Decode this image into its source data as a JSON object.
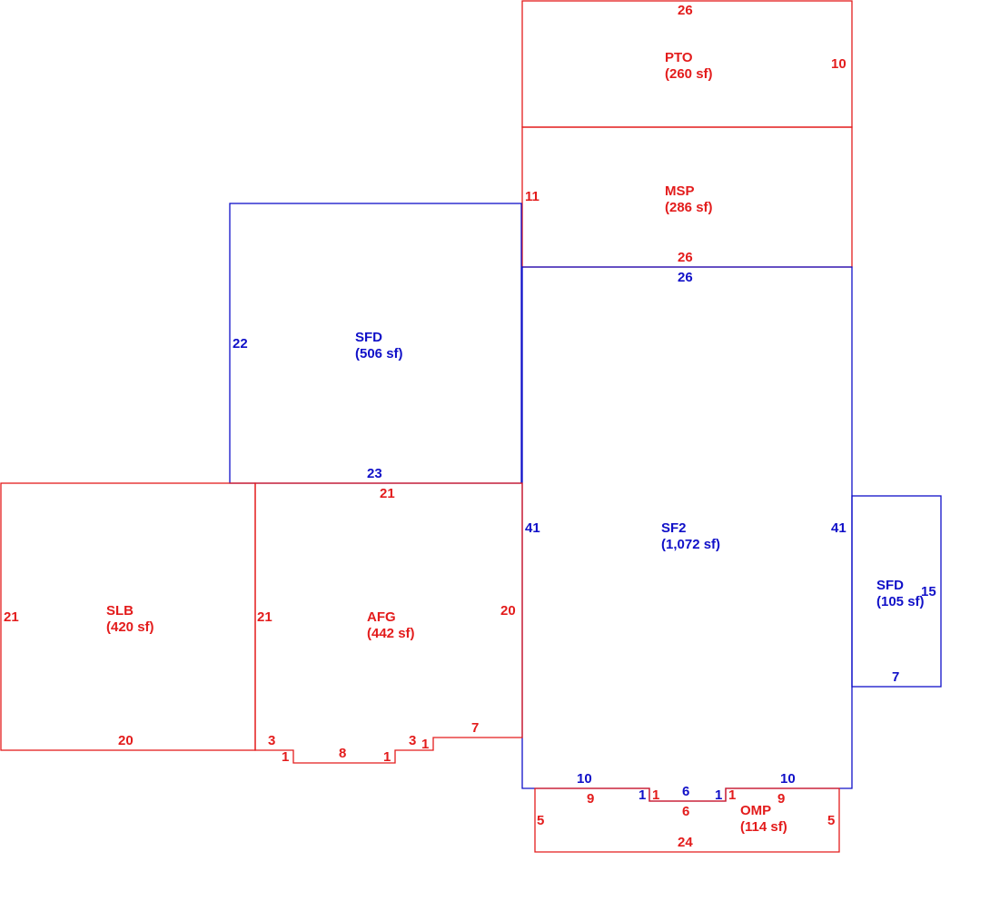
{
  "colors": {
    "red": "#e31c1c",
    "blue": "#1010c8"
  },
  "areas": {
    "pto": {
      "code": "PTO",
      "size": "(260 sf)",
      "color": "red"
    },
    "msp": {
      "code": "MSP",
      "size": "(286 sf)",
      "color": "red"
    },
    "sfd_upper": {
      "code": "SFD",
      "size": "(506 sf)",
      "color": "blue"
    },
    "sf2": {
      "code": "SF2",
      "size": "(1,072 sf)",
      "color": "blue"
    },
    "sfd_right": {
      "code": "SFD",
      "size": "(105 sf)",
      "color": "blue"
    },
    "slb": {
      "code": "SLB",
      "size": "(420 sf)",
      "color": "red"
    },
    "afg": {
      "code": "AFG",
      "size": "(442 sf)",
      "color": "red"
    },
    "omp": {
      "code": "OMP",
      "size": "(114 sf)",
      "color": "red"
    }
  },
  "dimensions": {
    "pto_top": "26",
    "pto_right": "10",
    "msp_left": "11",
    "msp_bottom": "26",
    "sf2_top": "26",
    "sf2_left": "41",
    "sf2_right": "41",
    "sf2_bottom_left": "10",
    "sf2_bottom_right": "10",
    "sf2_step_left": "1",
    "sf2_step_mid": "6",
    "sf2_step_right": "1",
    "sfd_upper_left": "22",
    "sfd_upper_bottom": "23",
    "afg_top": "21",
    "afg_left": "21",
    "afg_right": "20",
    "afg_step_top": "7",
    "afg_step_a": "3",
    "afg_step_b": "1",
    "afg_step_c": "8",
    "afg_step_d": "1",
    "afg_step_e": "3",
    "afg_step_f": "1",
    "slb_left": "21",
    "slb_bottom": "20",
    "sfd_right_side": "15",
    "sfd_right_bottom": "7",
    "omp_left": "5",
    "omp_right": "5",
    "omp_bottom": "24",
    "omp_top_left": "9",
    "omp_top_right": "9",
    "omp_step_left": "1",
    "omp_step_mid": "6",
    "omp_step_right": "1"
  }
}
